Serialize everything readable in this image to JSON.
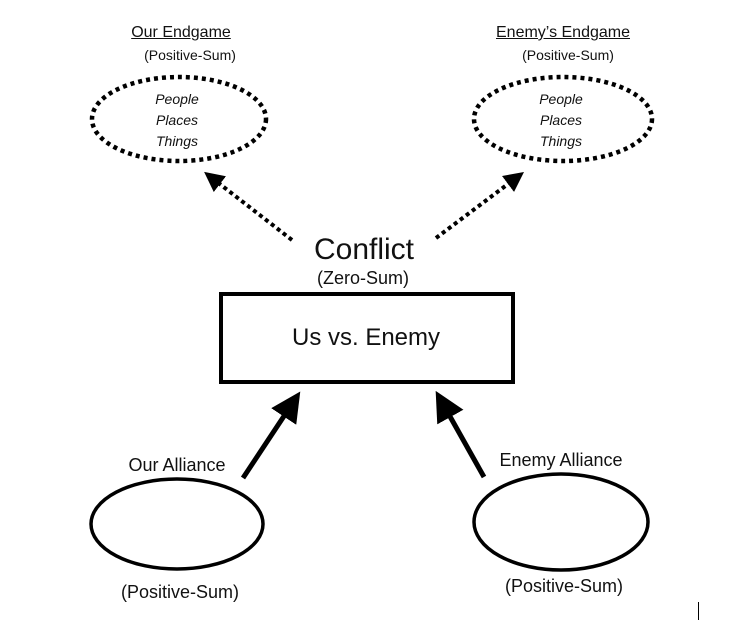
{
  "diagram": {
    "our_endgame": {
      "title": "Our Endgame",
      "subtitle": "(Positive-Sum)",
      "items": [
        "People",
        "Places",
        "Things"
      ]
    },
    "enemy_endgame": {
      "title": "Enemy’s Endgame",
      "subtitle": "(Positive-Sum)",
      "items": [
        "People",
        "Places",
        "Things"
      ]
    },
    "conflict": {
      "title": "Conflict",
      "subtitle": "(Zero-Sum)",
      "box_label": "Us vs. Enemy"
    },
    "our_alliance": {
      "title": "Our Alliance",
      "subtitle": "(Positive-Sum)"
    },
    "enemy_alliance": {
      "title": "Enemy Alliance",
      "subtitle": "(Positive-Sum)"
    },
    "colors": {
      "stroke": "#000000",
      "background": "#ffffff"
    }
  }
}
